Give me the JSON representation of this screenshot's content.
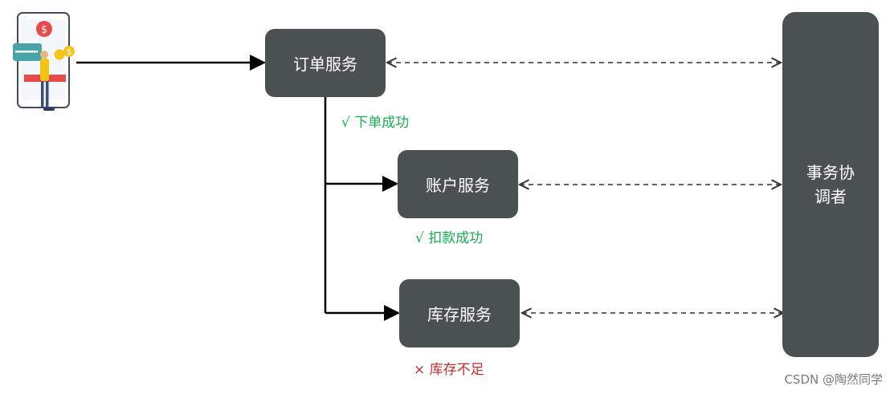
{
  "nodes": {
    "order": "订单服务",
    "account": "账户服务",
    "inventory": "库存服务",
    "coordinator": "事务协\n调者"
  },
  "status": {
    "order": "√  下单成功",
    "account": "√  扣款成功",
    "inventory": "×  库存不足"
  },
  "colors": {
    "box": "#4b5050",
    "success": "#16b04e",
    "failure": "#cc2b2b",
    "arrow": "#000000"
  },
  "icons": {
    "user": "mobile-payment-icon"
  },
  "watermark": "CSDN @陶然同学"
}
